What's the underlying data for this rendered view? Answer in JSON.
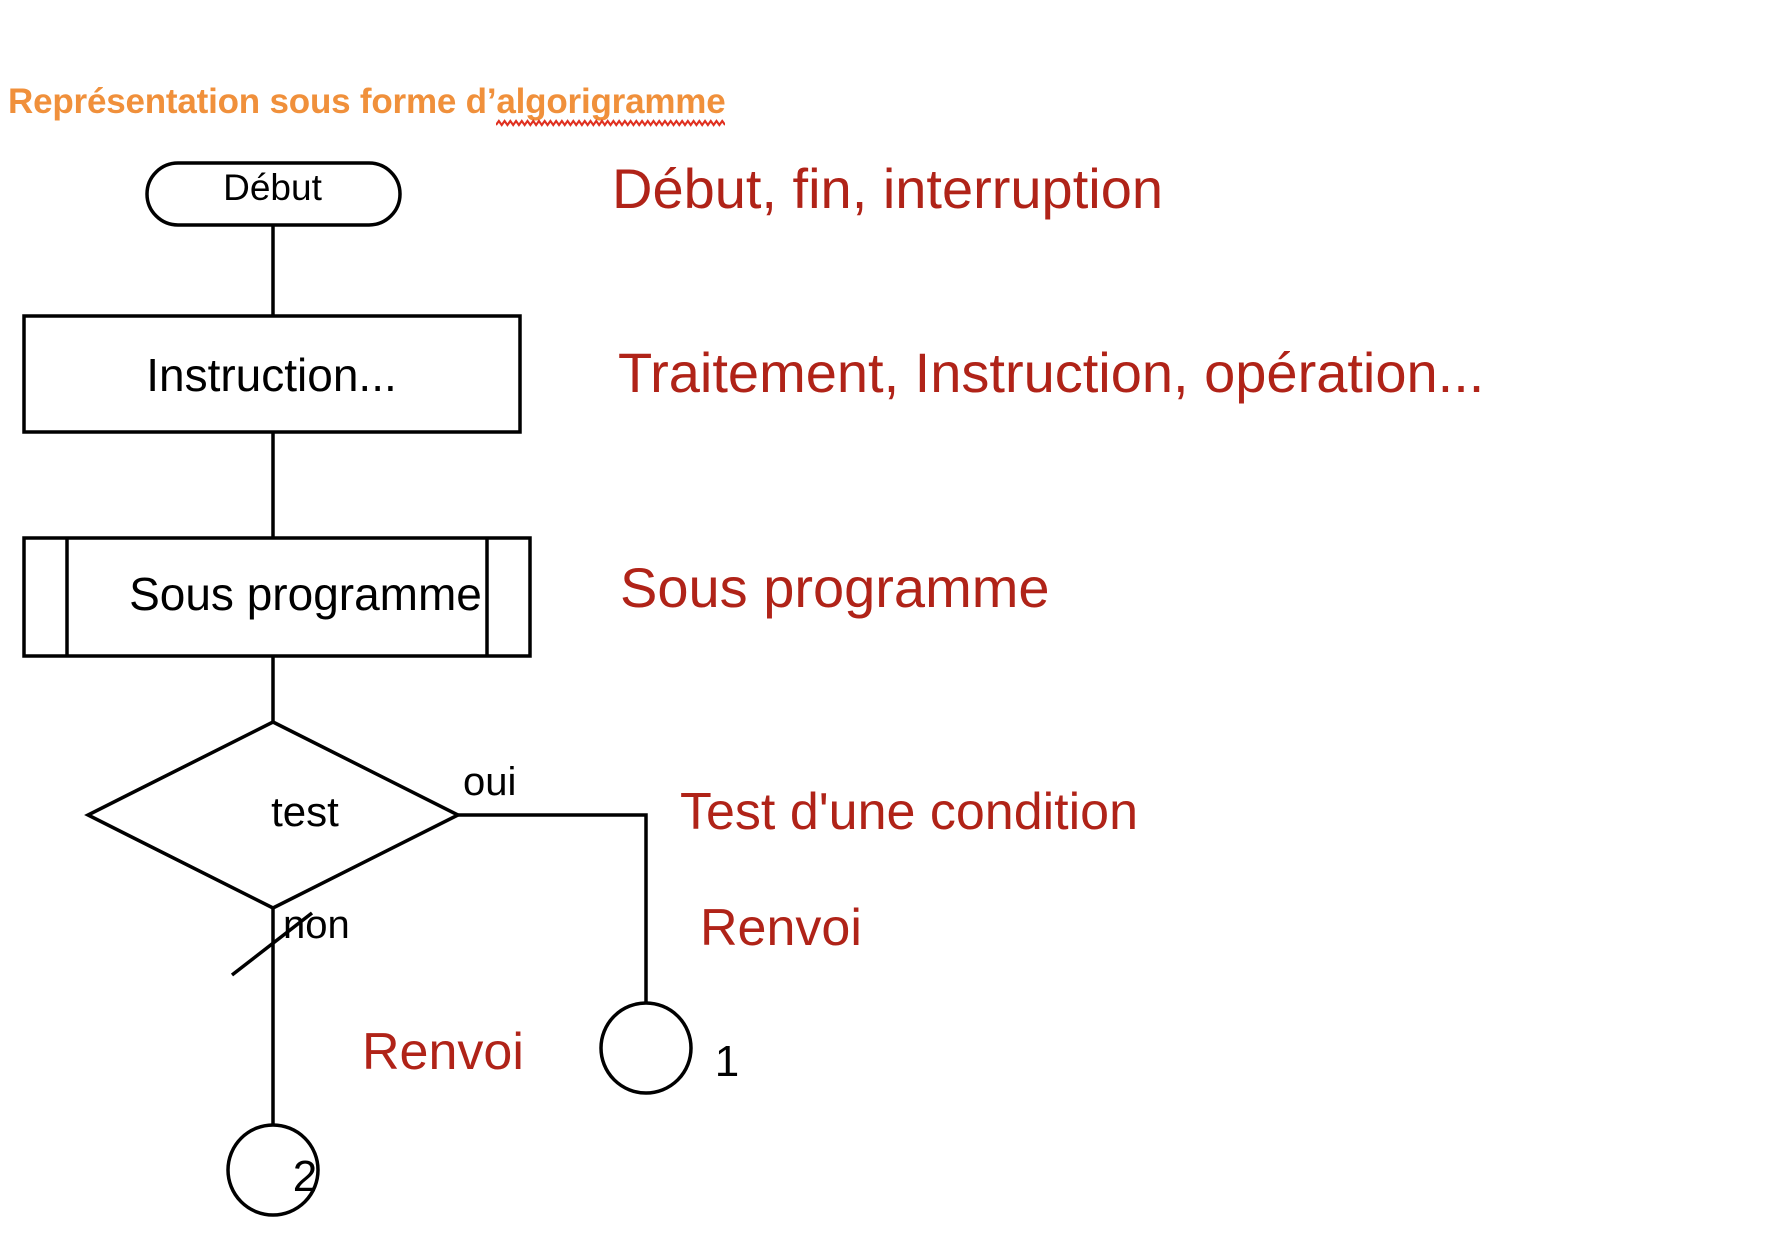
{
  "title": {
    "prefix": "Représentation sous forme d’",
    "misspelled_word": "algorigramme",
    "color": "#F0903B",
    "spellcheck_underline_color": "#E03020"
  },
  "colors": {
    "diagram_stroke": "#000000",
    "caption_red": "#B02318",
    "background": "#FFFFFF"
  },
  "flowchart": {
    "nodes": [
      {
        "id": "start",
        "shape": "terminator",
        "label": "Début"
      },
      {
        "id": "process",
        "shape": "process",
        "label": "Instruction..."
      },
      {
        "id": "subroutine",
        "shape": "subroutine",
        "label": "Sous programme"
      },
      {
        "id": "decision",
        "shape": "diamond",
        "label": "test"
      },
      {
        "id": "connector1",
        "shape": "circle",
        "label": "1"
      },
      {
        "id": "connector2",
        "shape": "circle",
        "label": "2"
      }
    ],
    "edge_labels": {
      "yes": "oui",
      "no": "non"
    }
  },
  "captions": [
    {
      "id": "cap-terminator",
      "text": "Début, fin, interruption"
    },
    {
      "id": "cap-process",
      "text": "Traitement, Instruction, opération..."
    },
    {
      "id": "cap-subroutine",
      "text": "Sous programme"
    },
    {
      "id": "cap-decision",
      "text": "Test d'une condition"
    },
    {
      "id": "cap-connector1",
      "text": "Renvoi"
    },
    {
      "id": "cap-connector2",
      "text": "Renvoi"
    }
  ]
}
